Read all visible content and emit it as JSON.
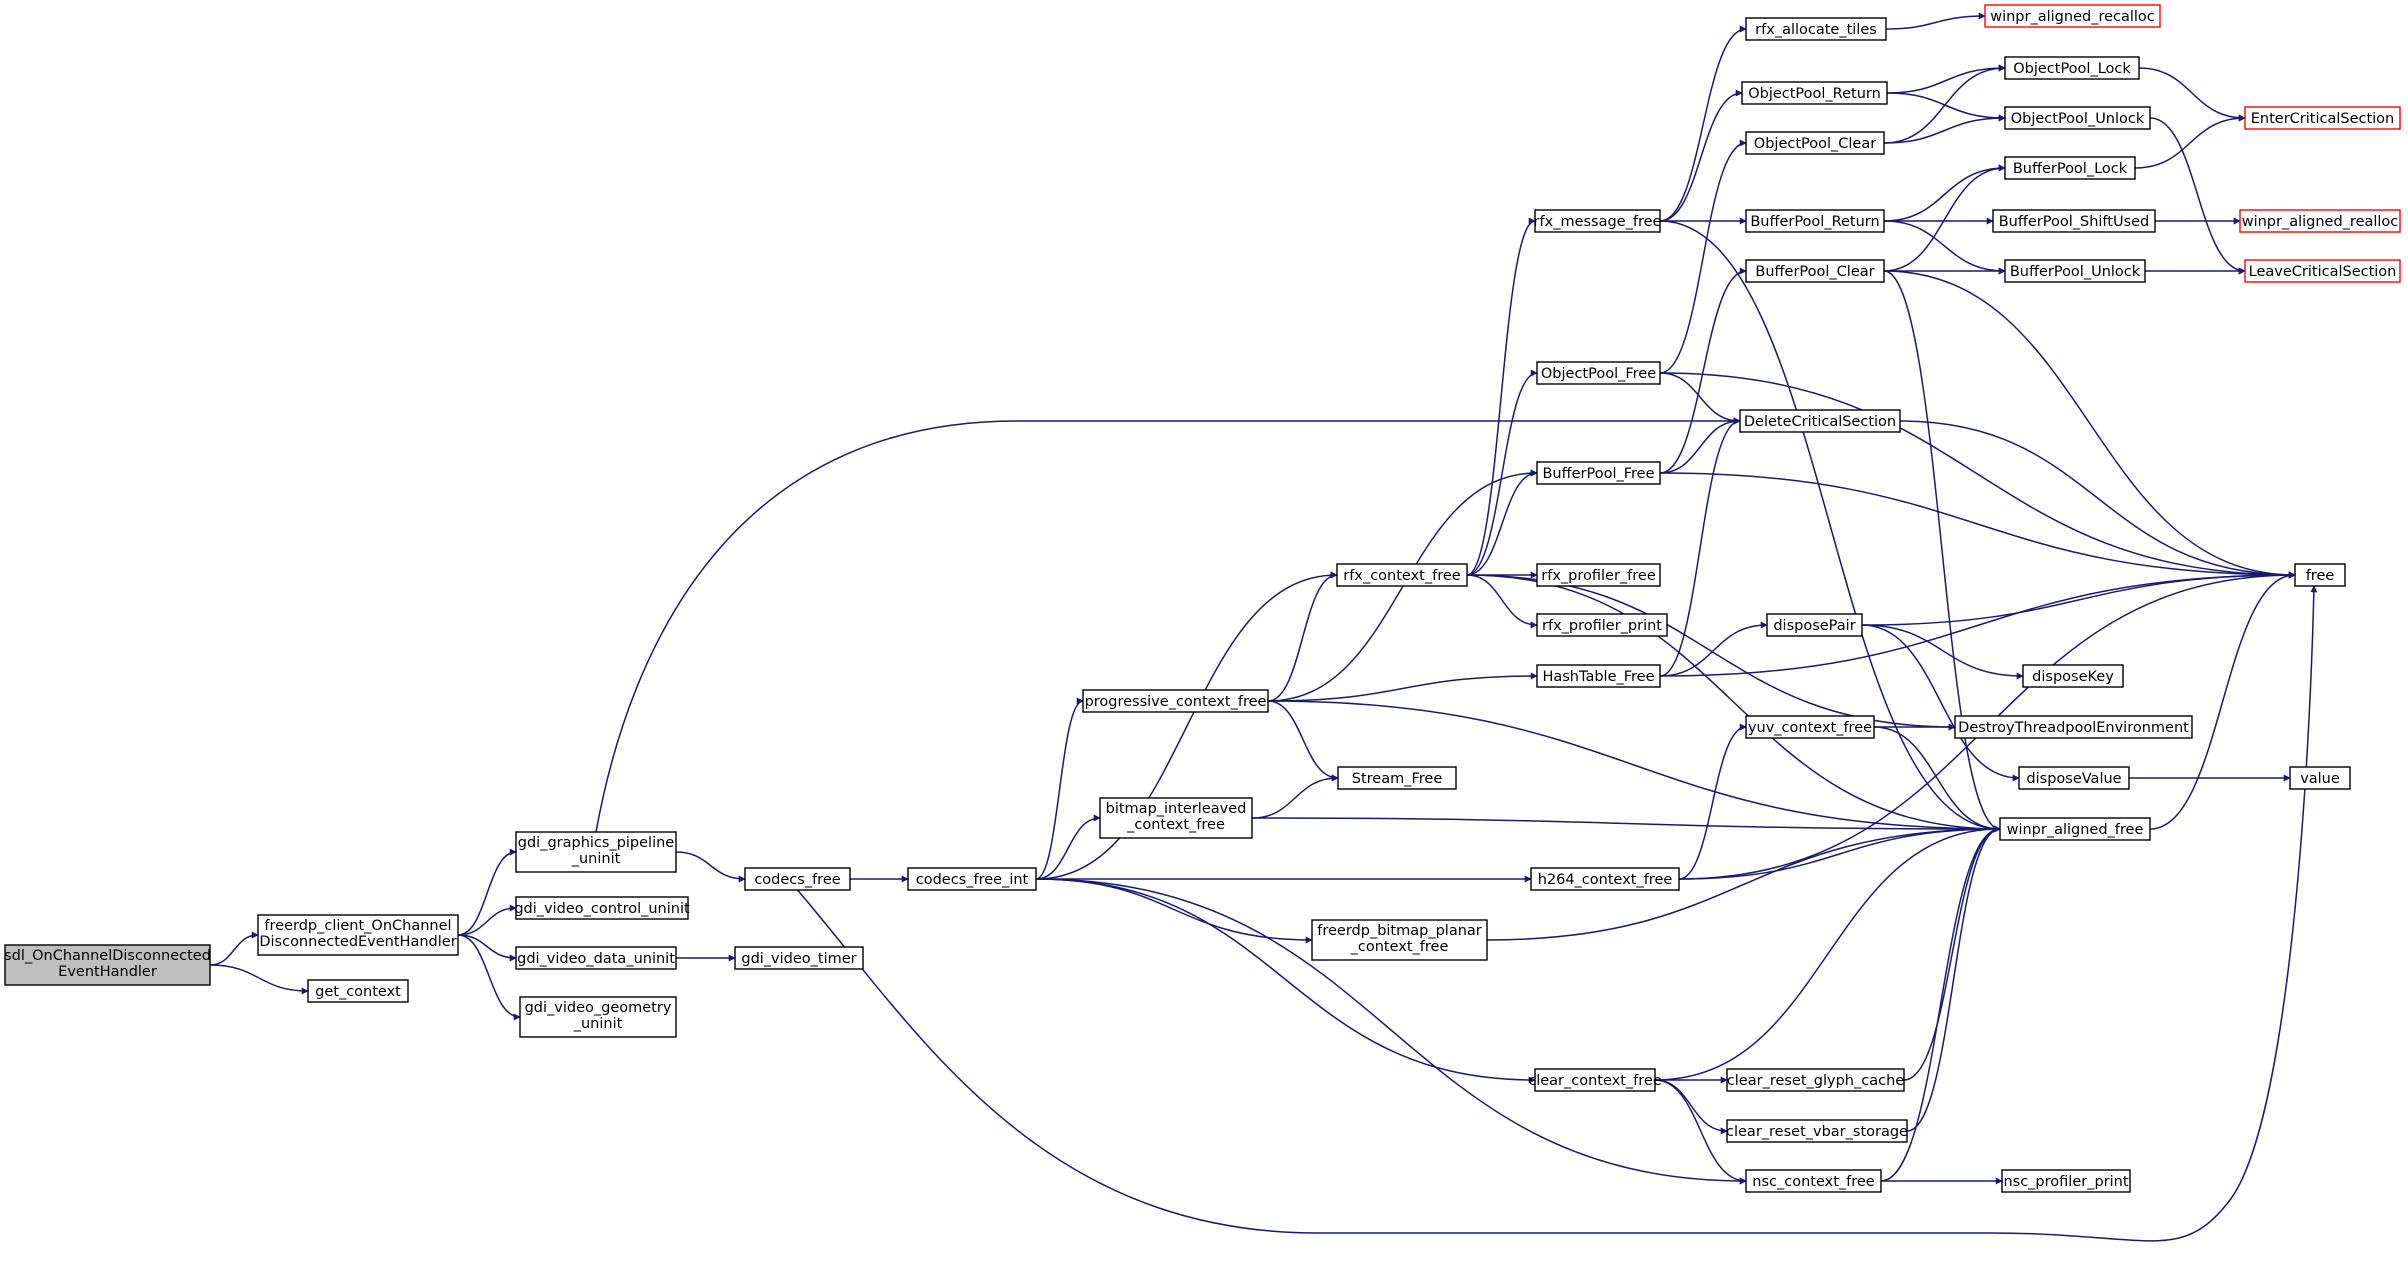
{
  "colors": {
    "edge": "#191970",
    "node_border": "#000000",
    "truncated_border": "#ff0000",
    "root_fill": "#bfbfbf",
    "node_fill": "#ffffff"
  },
  "nodes": {
    "root": [
      "sdl_OnChannelDisconnected",
      "EventHandler"
    ],
    "client_disc": [
      "freerdp_client_OnChannel",
      "DisconnectedEventHandler"
    ],
    "get_context": [
      "get_context"
    ],
    "gfx_uninit": [
      "gdi_graphics_pipeline",
      "_uninit"
    ],
    "vid_ctrl": [
      "gdi_video_control_uninit"
    ],
    "vid_data": [
      "gdi_video_data_uninit"
    ],
    "vid_geom": [
      "gdi_video_geometry",
      "_uninit"
    ],
    "vid_timer": [
      "gdi_video_timer"
    ],
    "codecs_free": [
      "codecs_free"
    ],
    "codecs_free_int": [
      "codecs_free_int"
    ],
    "prog_free": [
      "progressive_context_free"
    ],
    "bmp_inter": [
      "bitmap_interleaved",
      "_context_free"
    ],
    "bmp_planar": [
      "freerdp_bitmap_planar",
      "_context_free"
    ],
    "clear_free": [
      "clear_context_free"
    ],
    "rfx_ctx_free": [
      "rfx_context_free"
    ],
    "stream_free": [
      "Stream_Free"
    ],
    "rfx_msg_free": [
      "rfx_message_free"
    ],
    "objpool_free": [
      "ObjectPool_Free"
    ],
    "bufpool_free": [
      "BufferPool_Free"
    ],
    "rfx_prof_free": [
      "rfx_profiler_free"
    ],
    "rfx_prof_print": [
      "rfx_profiler_print"
    ],
    "hash_free": [
      "HashTable_Free"
    ],
    "h264_free": [
      "h264_context_free"
    ],
    "rfx_alloc": [
      "rfx_allocate_tiles"
    ],
    "objpool_ret": [
      "ObjectPool_Return"
    ],
    "objpool_clear": [
      "ObjectPool_Clear"
    ],
    "bufpool_ret": [
      "BufferPool_Return"
    ],
    "bufpool_clear": [
      "BufferPool_Clear"
    ],
    "del_cs": [
      "DeleteCriticalSection"
    ],
    "dispose_pair": [
      "disposePair"
    ],
    "yuv_free": [
      "yuv_context_free"
    ],
    "clear_glyph": [
      "clear_reset_glyph_cache"
    ],
    "clear_vbar": [
      "clear_reset_vbar_storage"
    ],
    "nsc_free": [
      "nsc_context_free"
    ],
    "objpool_lock": [
      "ObjectPool_Lock"
    ],
    "objpool_unlock": [
      "ObjectPool_Unlock"
    ],
    "bufpool_lock": [
      "BufferPool_Lock"
    ],
    "bufpool_shift": [
      "BufferPool_ShiftUsed"
    ],
    "bufpool_unlock": [
      "BufferPool_Unlock"
    ],
    "dispose_key": [
      "disposeKey"
    ],
    "destroy_tp": [
      "DestroyThreadpoolEnvironment"
    ],
    "dispose_value": [
      "disposeValue"
    ],
    "winpr_free": [
      "winpr_aligned_free"
    ],
    "nsc_prof_print": [
      "nsc_profiler_print"
    ],
    "recalloc": [
      "winpr_aligned_recalloc"
    ],
    "enter_cs": [
      "EnterCriticalSection"
    ],
    "realloc": [
      "winpr_aligned_realloc"
    ],
    "leave_cs": [
      "LeaveCriticalSection"
    ],
    "free": [
      "free"
    ],
    "value": [
      "value"
    ]
  }
}
